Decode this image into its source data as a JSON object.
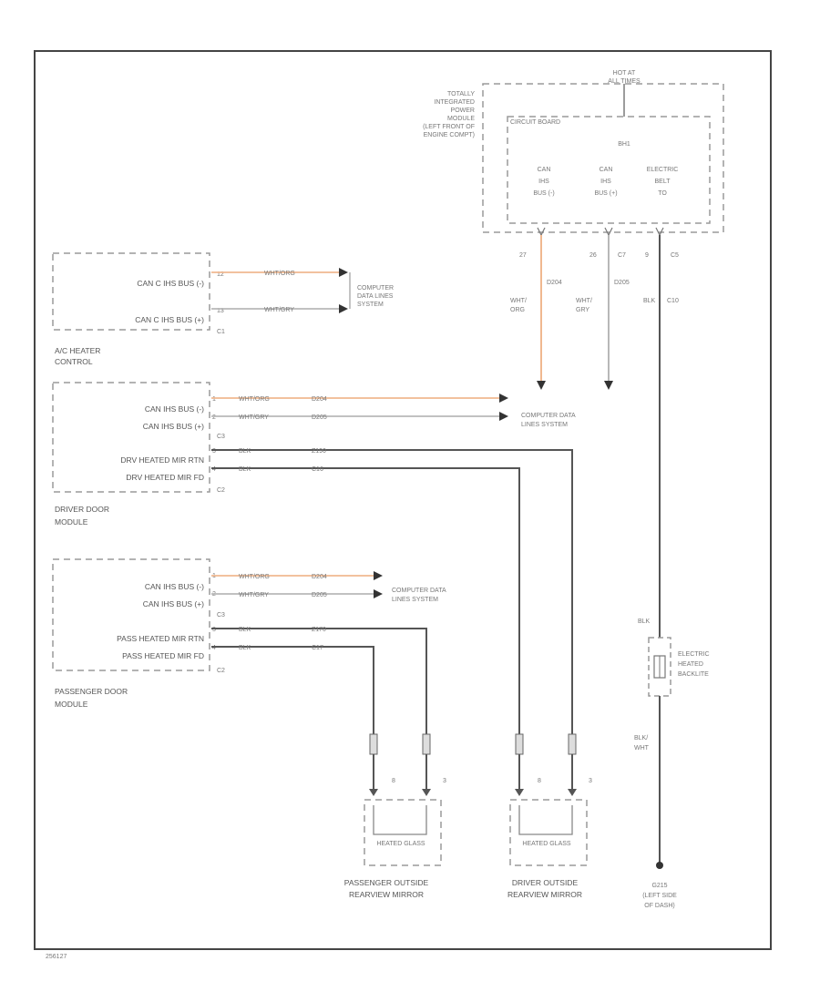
{
  "tipm": {
    "hot_at_lines": [
      "HOT AT",
      "ALL TIMES"
    ],
    "module_lines": [
      "TOTALLY",
      "INTEGRATED",
      "POWER",
      "MODULE",
      "(LEFT FRONT OF",
      "ENGINE COMPT)"
    ],
    "board_label": "CIRCUIT BOARD",
    "fuse_label": "BH1",
    "pin_a_lines": [
      "CAN",
      "IHS",
      "BUS (-)"
    ],
    "pin_b_lines": [
      "CAN",
      "IHS",
      "BUS (+)"
    ],
    "pin_c_lines": [
      "ELECTRIC",
      "BELT",
      "TO"
    ],
    "pin_a_number": "27",
    "pin_b_number": "26",
    "pin_b_connector": "C7",
    "pin_c_number": "9",
    "pin_c_connector": "C5"
  },
  "tipm_wires": {
    "a_code": "D204",
    "a_color_lines": [
      "WHT/",
      "ORG"
    ],
    "b_code": "D205",
    "b_color_lines": [
      "WHT/",
      "GRY"
    ],
    "c_color": "BLK",
    "c_code": "C10"
  },
  "ac_heater": {
    "name_lines": [
      "A/C HEATER",
      "CONTROL"
    ],
    "pin1_label": "CAN C IHS BUS (-)",
    "pin1_number": "12",
    "pin1_wire": "WHT/ORG",
    "pin2_label": "CAN C IHS BUS (+)",
    "pin2_number": "13",
    "pin2_wire": "WHT/GRY",
    "connector": "C1",
    "dest_lines": [
      "COMPUTER",
      "DATA LINES",
      "SYSTEM"
    ]
  },
  "driver_door": {
    "name_lines": [
      "DRIVER DOOR",
      "MODULE"
    ],
    "can_minus": "CAN IHS BUS (-)",
    "can_plus": "CAN IHS BUS (+)",
    "pin1": "1",
    "pin2": "2",
    "wire1_color": "WHT/ORG",
    "wire1_code": "D204",
    "wire2_color": "WHT/GRY",
    "wire2_code": "D205",
    "can_connector": "C3",
    "dest_lines": [
      "COMPUTER DATA",
      "LINES SYSTEM"
    ],
    "htr_rtn": "DRV HEATED MIR RTN",
    "htr_fd": "DRV HEATED MIR FD",
    "pin3": "3",
    "pin4": "4",
    "wire3_color": "BLK",
    "wire3_code": "Z190",
    "wire4_color": "BLK",
    "wire4_code": "C16",
    "htr_connector": "C2"
  },
  "passenger_door": {
    "name_lines": [
      "PASSENGER DOOR",
      "MODULE"
    ],
    "can_minus": "CAN IHS BUS (-)",
    "can_plus": "CAN IHS BUS (+)",
    "pin1": "1",
    "pin2": "2",
    "wire1_color": "WHT/ORG",
    "wire1_code": "D204",
    "wire2_color": "WHT/GRY",
    "wire2_code": "D205",
    "can_connector": "C3",
    "dest_lines": [
      "COMPUTER DATA",
      "LINES SYSTEM"
    ],
    "htr_rtn": "PASS HEATED MIR RTN",
    "htr_fd": "PASS HEATED MIR FD",
    "pin3": "3",
    "pin4": "4",
    "wire3_color": "BLK",
    "wire3_code": "Z170",
    "wire4_color": "BLK",
    "wire4_code": "C17",
    "htr_connector": "C2"
  },
  "passenger_mirror": {
    "name_lines": [
      "PASSENGER OUTSIDE",
      "REARVIEW MIRROR"
    ],
    "pin_left": "8",
    "pin_right": "3",
    "element_label": "HEATED GLASS"
  },
  "driver_mirror": {
    "name_lines": [
      "DRIVER OUTSIDE",
      "REARVIEW MIRROR"
    ],
    "pin_left": "8",
    "pin_right": "3",
    "element_label": "HEATED GLASS"
  },
  "backlite": {
    "name_lines": [
      "ELECTRIC",
      "HEATED",
      "BACKLITE"
    ],
    "wire_top": "BLK",
    "wire_bottom_lines": [
      "BLK/",
      "WHT"
    ]
  },
  "ground": {
    "name_lines": [
      "G215",
      "(LEFT SIDE",
      "OF DASH)"
    ]
  },
  "footer_id": "256127",
  "colors": {
    "orange_wire": "#f0b890",
    "gray_wire": "#b8b8b8",
    "black_wire": "#555555",
    "frame": "#444444",
    "dashed_box": "#9a9a9a"
  }
}
